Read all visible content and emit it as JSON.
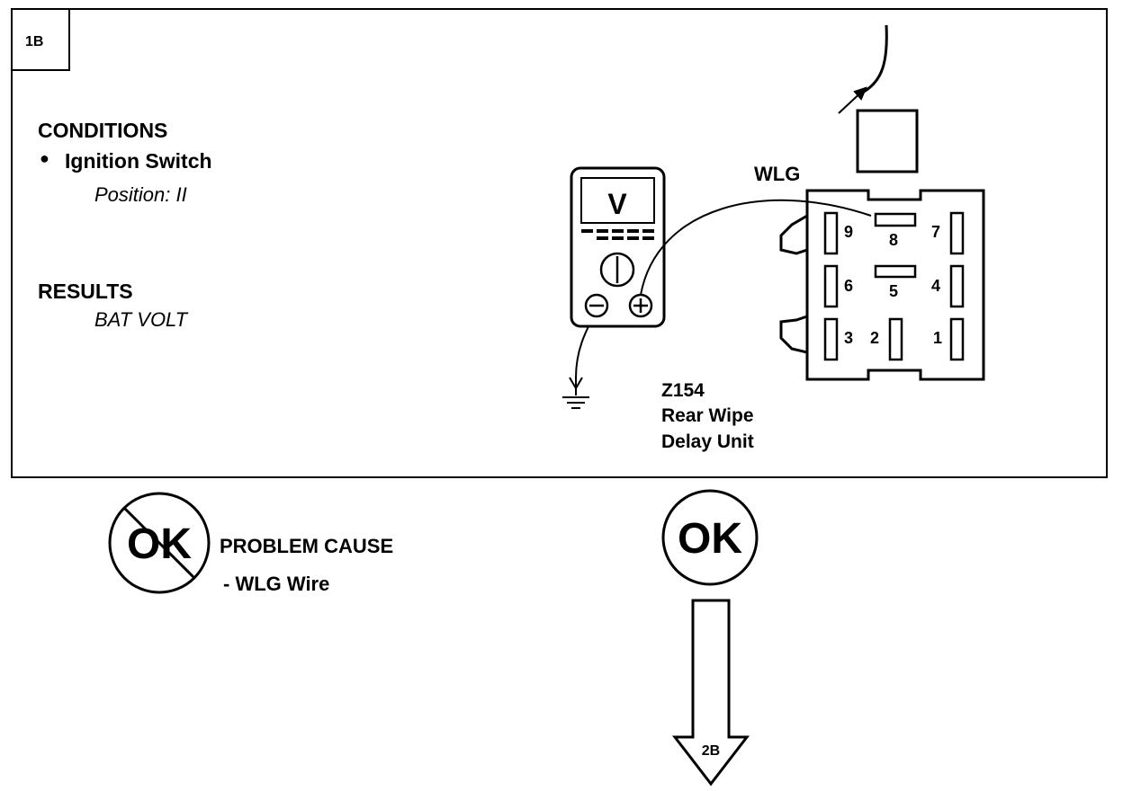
{
  "step": {
    "id": "1B"
  },
  "conditions": {
    "heading": "CONDITIONS",
    "bullet": "●",
    "item": "Ignition Switch",
    "detail": "Position: II"
  },
  "results": {
    "heading": "RESULTS",
    "value": "BAT VOLT"
  },
  "meter": {
    "display": "V",
    "negative_terminal": "minus-icon",
    "positive_terminal": "plus-icon"
  },
  "wire": {
    "label": "WLG"
  },
  "connector": {
    "pins": [
      "9",
      "8",
      "7",
      "6",
      "5",
      "4",
      "3",
      "2",
      "1"
    ]
  },
  "component": {
    "code": "Z154",
    "name_line1": "Rear Wipe",
    "name_line2": "Delay Unit"
  },
  "not_ok": {
    "badge": "OK",
    "heading": "PROBLEM CAUSE",
    "cause": "-  WLG Wire"
  },
  "ok": {
    "badge": "OK",
    "next_step": "2B"
  }
}
